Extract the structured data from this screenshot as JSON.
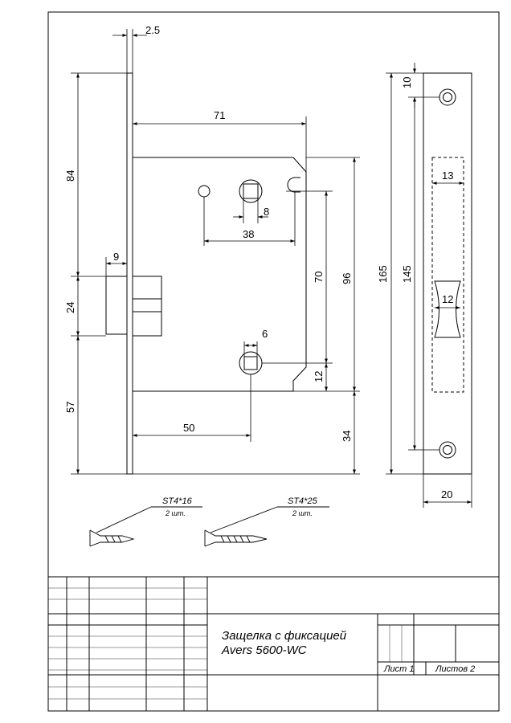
{
  "dimensions": {
    "faceplate_thickness": "2.5",
    "backset": "71",
    "handle_to_edge": "84",
    "latch_depth": "9",
    "latch_height": "24",
    "bottom_offset": "57",
    "spindle_width": "8",
    "spindle_to_screw": "38",
    "spindle_to_lower": "70",
    "case_height": "96",
    "lower_offset": "12",
    "turn_spindle": "6",
    "lower_backset": "50",
    "case_bottom_to_end": "34",
    "total_length": "165",
    "screw_spacing": "145",
    "top_screw_offset": "10",
    "cutout_width": "13",
    "latch_cut_width": "12",
    "faceplate_width": "20"
  },
  "screws": [
    {
      "name": "ST4*16",
      "qty": "2 шт."
    },
    {
      "name": "ST4*25",
      "qty": "2 шт."
    }
  ],
  "title_block": {
    "title_line1": "Защелка с фиксацией",
    "title_line2": "Avers 5600-WC",
    "sheet": "Лист 1",
    "sheets": "Листов 2"
  }
}
